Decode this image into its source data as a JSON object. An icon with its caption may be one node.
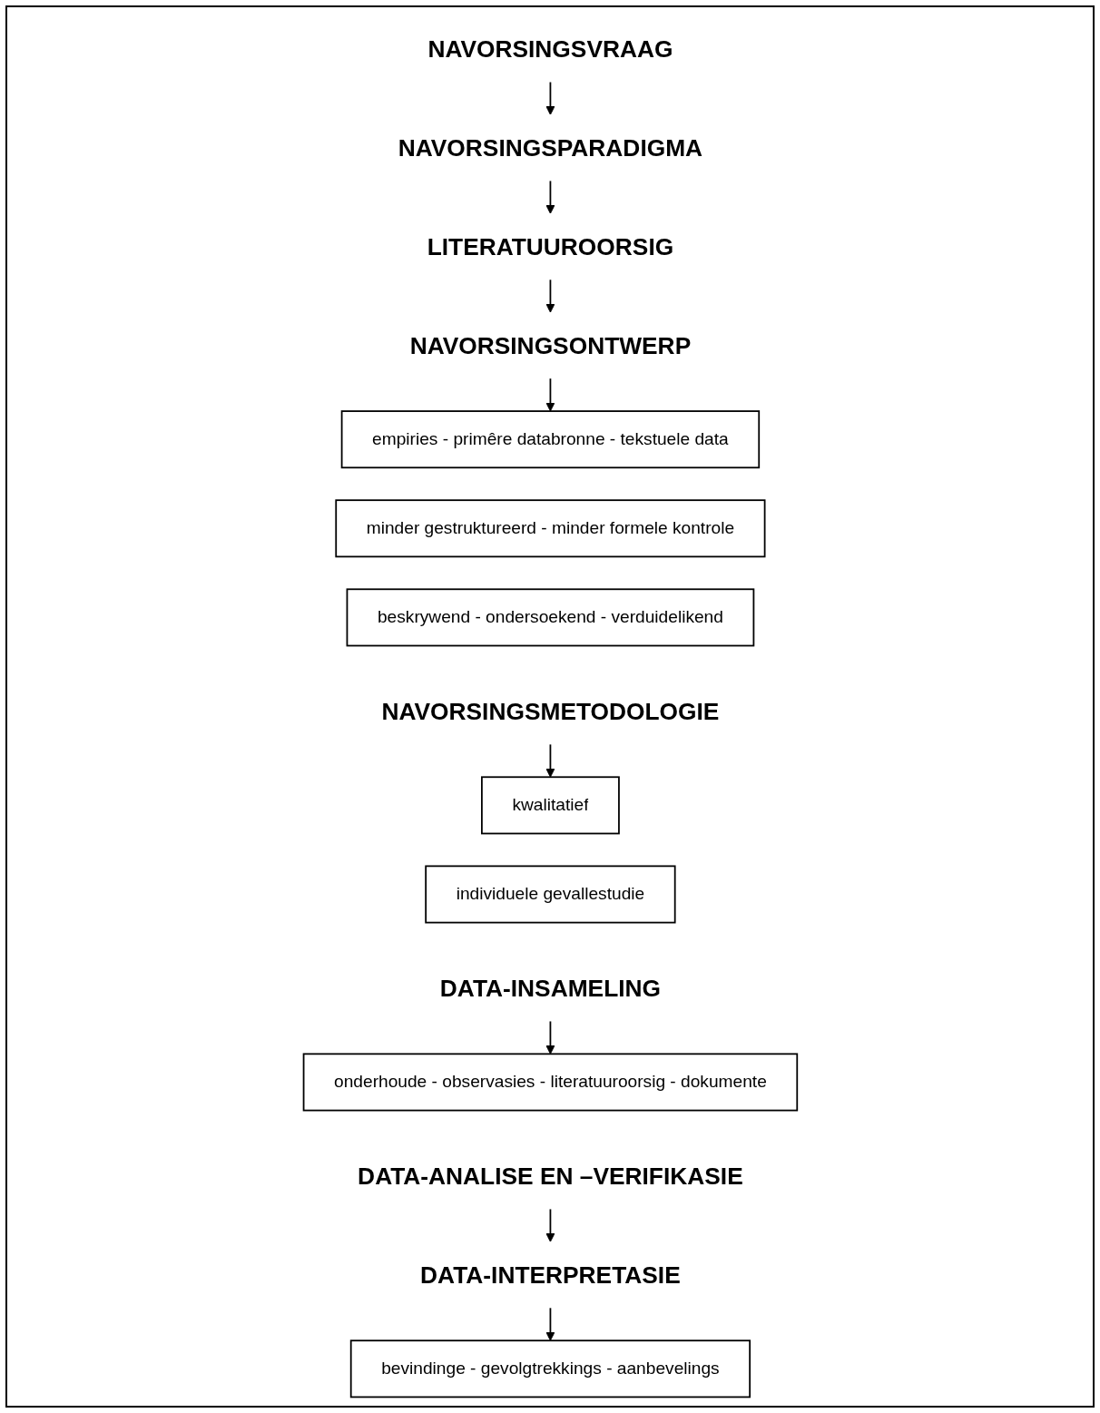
{
  "diagram": {
    "nodes": [
      {
        "text": [
          "NAVORSINGSVRAAG"
        ]
      },
      {
        "text": [
          "NAVORSINGSPARADIGMA"
        ]
      },
      {
        "text": [
          "LITERATUUROORSIG"
        ]
      },
      {
        "text": [
          "NAVORSINGSONTWERP"
        ]
      },
      {
        "text": [
          "empiries - primêre databronne - tekstuele data"
        ]
      },
      {
        "text": [
          "minder gestruktureerd - minder formele kontrole"
        ]
      },
      {
        "text": [
          "beskrywend - ondersoekend - verduidelikend"
        ]
      },
      {
        "text": [
          "NAVORSINGSMETODOLOGIE"
        ]
      },
      {
        "text": [
          "kwalitatief"
        ]
      },
      {
        "text": [
          "individuele gevallestudie"
        ]
      },
      {
        "text": [
          "DATA-INSAMELING"
        ]
      },
      {
        "text": [
          "onderhoude - observasies - literatuuroorsig - dokumente"
        ]
      },
      {
        "text": [
          "DATA-ANALISE EN –VERIFIKASIE"
        ]
      },
      {
        "text": [
          "DATA-INTERPRETASIE"
        ]
      },
      {
        "text": [
          "bevindinge - gevolgtrekkings - aanbevelings"
        ]
      }
    ],
    "edges": [
      {
        "from": 0,
        "to": 1,
        "arrow": "to"
      },
      {
        "from": 1,
        "to": 2,
        "arrow": "to"
      },
      {
        "from": 2,
        "to": 3,
        "arrow": "to"
      },
      {
        "from": 3,
        "to": 4,
        "arrow": "to"
      },
      {
        "from": 7,
        "to": 8,
        "arrow": "to"
      },
      {
        "from": 10,
        "to": 11,
        "arrow": "to"
      },
      {
        "from": 12,
        "to": 13,
        "arrow": "to"
      },
      {
        "from": 13,
        "to": 14,
        "arrow": "to"
      }
    ]
  }
}
